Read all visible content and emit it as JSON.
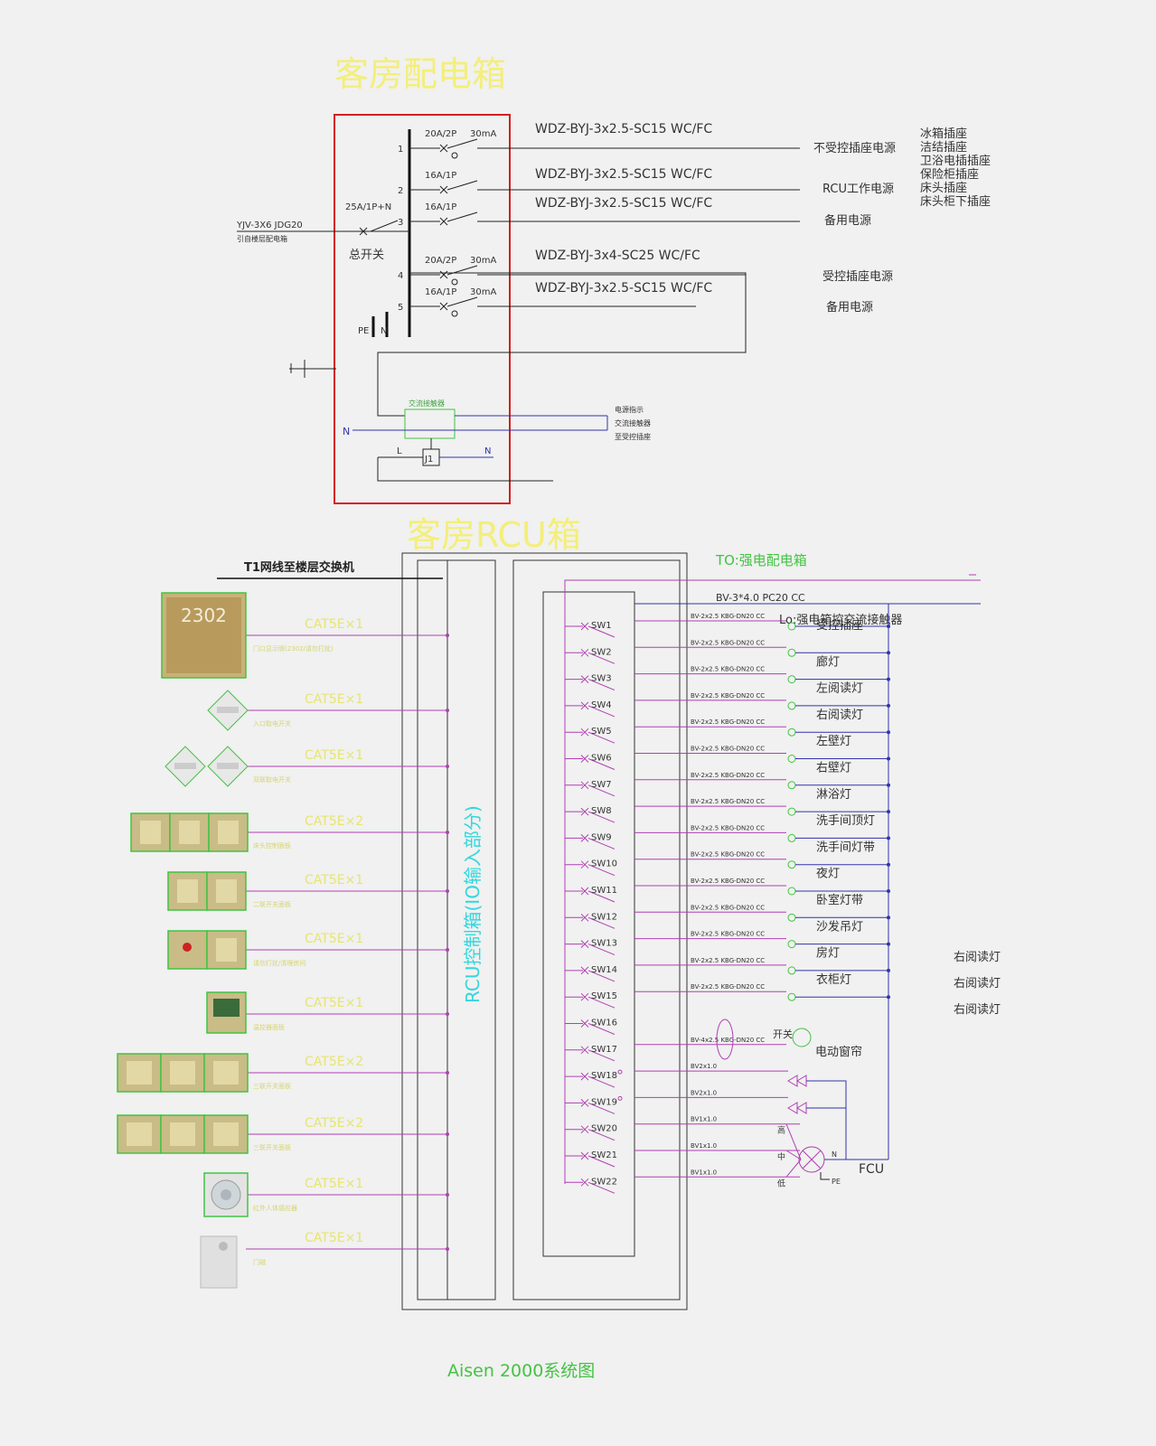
{
  "titles": {
    "panel": "客房配电箱",
    "rcu": "客房RCU箱",
    "rcu_vertical": "RCU控制箱(IO输入部分)",
    "footer": "Aisen 2000系统图",
    "to_panel": "TO:强电配电箱",
    "network": "T1网线至楼层交换机"
  },
  "panel": {
    "feed_cable": "YJV-3X6 JDG20",
    "feed_note": "引自楼层配电箱",
    "main_breaker": "25A/1P+N",
    "main_switch": "总开关",
    "pe": "PE",
    "n": "N",
    "relay_n_left": "N",
    "relay_l": "L",
    "relay_n_right": "N",
    "relay_label": "J1",
    "relay_box_label": "交流接触器",
    "circuits": [
      {
        "num": "1",
        "breaker": "20A/2P",
        "rcd": "30mA",
        "cable": "WDZ-BYJ-3x2.5-SC15  WC/FC",
        "load": "不受控插座电源"
      },
      {
        "num": "2",
        "breaker": "16A/1P",
        "rcd": "",
        "cable": "WDZ-BYJ-3x2.5-SC15  WC/FC",
        "load": "RCU工作电源"
      },
      {
        "num": "3",
        "breaker": "16A/1P",
        "rcd": "",
        "cable": "WDZ-BYJ-3x2.5-SC15  WC/FC",
        "load": "备用电源"
      },
      {
        "num": "4",
        "breaker": "20A/2P",
        "rcd": "30mA",
        "cable": "WDZ-BYJ-3x4-SC25  WC/FC",
        "load": "受控插座电源"
      },
      {
        "num": "5",
        "breaker": "16A/1P",
        "rcd": "30mA",
        "cable": "WDZ-BYJ-3x2.5-SC15  WC/FC",
        "load": "备用电源"
      }
    ],
    "socket_notes": [
      "冰箱插座",
      "洁结插座",
      "卫浴电插插座",
      "保险柜插座",
      "床头插座",
      "床头柜下插座"
    ],
    "relay_notes": [
      "电源指示",
      "交流接触器",
      "至受控插座"
    ]
  },
  "devices": [
    {
      "cat": "CAT5E×1",
      "label": "门口显示牌(2302/请勿打扰)",
      "doorplate": "2302"
    },
    {
      "cat": "CAT5E×1",
      "label": "入口取电开关"
    },
    {
      "cat": "CAT5E×1",
      "label": "双联取电开关"
    },
    {
      "cat": "CAT5E×2",
      "label": "床头控制面板"
    },
    {
      "cat": "CAT5E×1",
      "label": "二联开关面板"
    },
    {
      "cat": "CAT5E×1",
      "label": "请勿打扰/清理房间"
    },
    {
      "cat": "CAT5E×1",
      "label": "温控器面板"
    },
    {
      "cat": "CAT5E×2",
      "label": "三联开关面板"
    },
    {
      "cat": "CAT5E×2",
      "label": "三联开关面板"
    },
    {
      "cat": "CAT5E×1",
      "label": "红外人体感应器"
    },
    {
      "cat": "CAT5E×1",
      "label": "门磁"
    }
  ],
  "outputs": {
    "mains_cable": "BV-3*4.0  PC20  CC",
    "contactor_note": "Lo:强电箱控交流接触器",
    "switches": [
      {
        "sw": "SW1",
        "cable": "BV-2x2.5 KBG-DN20 CC",
        "load": "受控插座"
      },
      {
        "sw": "SW2",
        "cable": "BV-2x2.5 KBG-DN20 CC",
        "load": "廊灯"
      },
      {
        "sw": "SW3",
        "cable": "BV-2x2.5 KBG-DN20 CC",
        "load": "左阅读灯"
      },
      {
        "sw": "SW4",
        "cable": "BV-2x2.5 KBG-DN20 CC",
        "load": "右阅读灯"
      },
      {
        "sw": "SW5",
        "cable": "BV-2x2.5 KBG-DN20 CC",
        "load": "左壁灯"
      },
      {
        "sw": "SW6",
        "cable": "BV-2x2.5 KBG-DN20 CC",
        "load": "右壁灯"
      },
      {
        "sw": "SW7",
        "cable": "BV-2x2.5 KBG-DN20 CC",
        "load": "淋浴灯"
      },
      {
        "sw": "SW8",
        "cable": "BV-2x2.5 KBG-DN20 CC",
        "load": "洗手间顶灯"
      },
      {
        "sw": "SW9",
        "cable": "BV-2x2.5 KBG-DN20 CC",
        "load": "洗手间灯带"
      },
      {
        "sw": "SW10",
        "cable": "BV-2x2.5 KBG-DN20 CC",
        "load": "夜灯"
      },
      {
        "sw": "SW11",
        "cable": "BV-2x2.5 KBG-DN20 CC",
        "load": "卧室灯带"
      },
      {
        "sw": "SW12",
        "cable": "BV-2x2.5 KBG-DN20 CC",
        "load": "沙发吊灯"
      },
      {
        "sw": "SW13",
        "cable": "BV-2x2.5 KBG-DN20 CC",
        "load": "房灯"
      },
      {
        "sw": "SW14",
        "cable": "BV-2x2.5 KBG-DN20 CC",
        "load": "衣柜灯"
      },
      {
        "sw": "SW15",
        "cable": "BV-2x2.5 KBG-DN20 CC",
        "load": ""
      },
      {
        "sw": "SW16",
        "cable": "",
        "load": ""
      },
      {
        "sw": "SW17",
        "cable": "BV-4x2.5 KBG-DN20 CC",
        "load": "电动窗帘"
      },
      {
        "sw": "SW18",
        "cable": "BV2x1.0",
        "load": ""
      },
      {
        "sw": "SW19",
        "cable": "BV2x1.0",
        "load": ""
      },
      {
        "sw": "SW20",
        "cable": "BV1x1.0",
        "load": "高"
      },
      {
        "sw": "SW21",
        "cable": "BV1x1.0",
        "load": "中"
      },
      {
        "sw": "SW22",
        "cable": "BV1x1.0",
        "load": "低"
      }
    ],
    "curtain_note": "开关",
    "fcu": "FCU",
    "fcu_n": "N",
    "fcu_pe": "PE",
    "valve_note": "冷阀 热阀",
    "right_notes": [
      "右阅读灯",
      "右阅读灯",
      "右阅读灯"
    ]
  },
  "colors": {
    "wire_purple": "#b13fb4",
    "wire_blue": "#3333aa",
    "panel_red": "#d42020",
    "green": "#44c244",
    "cyan": "#33d6dd",
    "yellow": "#f4ee7a"
  }
}
